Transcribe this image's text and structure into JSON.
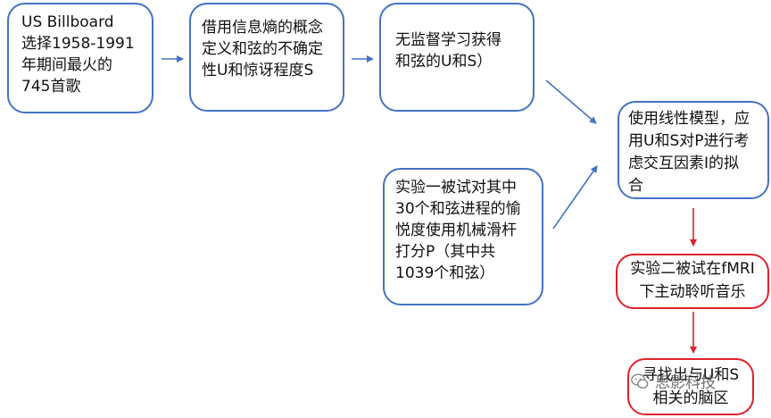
{
  "boxes": {
    "b1": "US Billboard\n选择1958-1991\n年期间最火的\n745首歌",
    "b2": "借用信息熵的概念\n定义和弦的不确定\n性U和惊讶程度S",
    "b3": "无监督学习获得\n和弦的U和S）",
    "b4": "使用线性模型，应\n用U和S对P进行考\n虑交互因素I的拟\n合",
    "b5": "实验一被试对其中\n30个和弦进程的愉\n悦度使用机械滑杆\n打分P（其中共\n1039个和弦）",
    "b6": "实验二被试在fMRI\n下主动聆听音乐",
    "b7": "寻找出与U和S\n相关的脑区"
  },
  "watermark": {
    "text": "思影科技",
    "icon": "wechat-icon"
  },
  "colors": {
    "blue": "#4472c4",
    "red": "#e0202a"
  }
}
